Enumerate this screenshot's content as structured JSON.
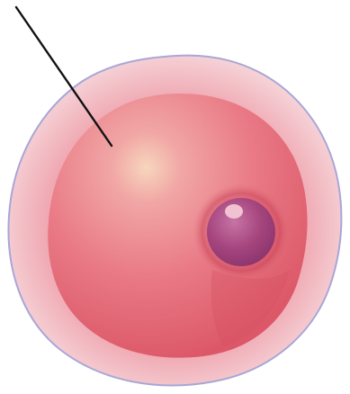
{
  "diagram": {
    "subject": "cell",
    "parts": [
      "cell-membrane",
      "cytoplasm",
      "nucleus",
      "nucleolus",
      "pointer-line"
    ],
    "colors": {
      "background": "#ffffff",
      "membrane_outline": "#a9a6d6",
      "outer_glow": "#f2c6cc",
      "cytoplasm": "#e7727f",
      "cytoplasm_highlight": "#f7d0b8",
      "cytoplasm_shadow": "#d9505f",
      "nucleus": "#a9457f",
      "nucleus_highlight": "#c46aa0",
      "nucleolus": "#f1c2d2",
      "pointer_line": "#111111"
    }
  }
}
